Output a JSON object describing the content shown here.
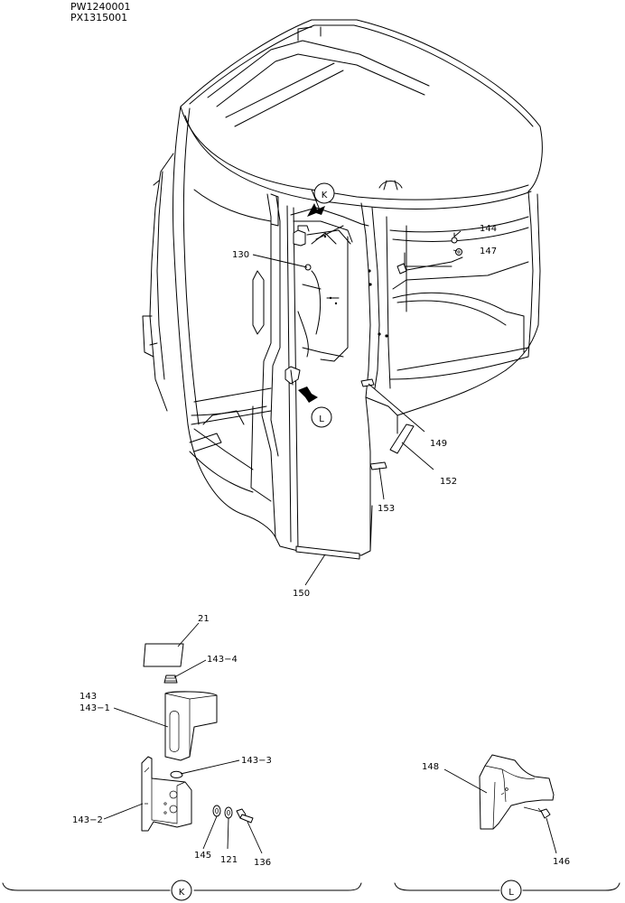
{
  "document_ids": [
    "PW1240001",
    "PX1315001"
  ],
  "callouts": {
    "detail_k": "K",
    "detail_l": "L"
  },
  "part_labels": {
    "p21": "21",
    "p121": "121",
    "p130": "130",
    "p136": "136",
    "p143": "143",
    "p143_1": "143−1",
    "p143_2": "143−2",
    "p143_3": "143−3",
    "p143_4": "143−4",
    "p144": "144",
    "p145": "145",
    "p146": "146",
    "p147": "147",
    "p148": "148",
    "p149": "149",
    "p150": "150",
    "p152": "152",
    "p153": "153"
  }
}
